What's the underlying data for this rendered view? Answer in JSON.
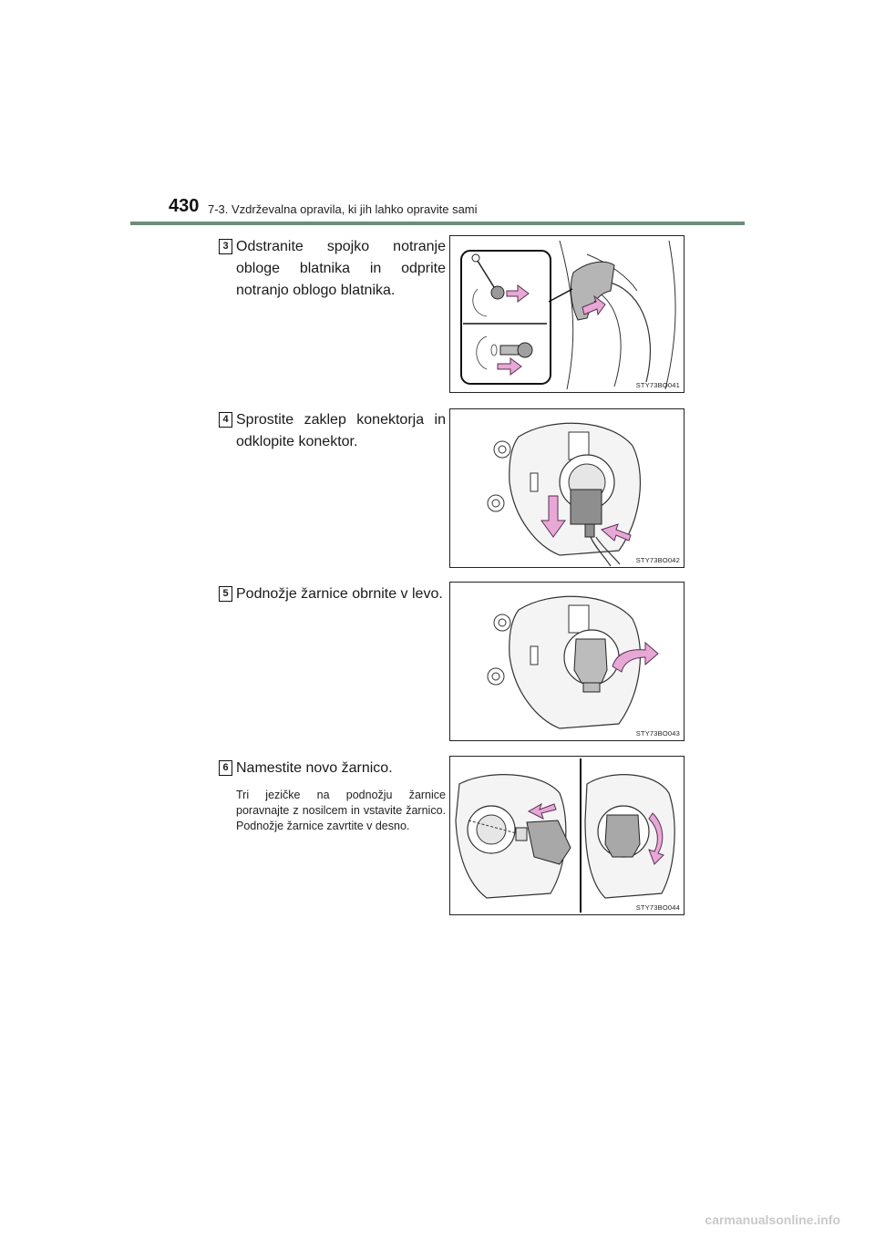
{
  "header": {
    "page_number": "430",
    "section_title": "7-3. Vzdrževalna opravila, ki jih lahko opravite sami"
  },
  "steps": [
    {
      "number": "3",
      "text": "Odstranite spojko notranje obloge blatnika in odprite notranjo oblogo blatnika.",
      "figure_code": "STY73BO041"
    },
    {
      "number": "4",
      "text": "Sprostite zaklep konektorja in odklopite konektor.",
      "figure_code": "STY73BO042"
    },
    {
      "number": "5",
      "text": "Podnožje žarnice obrnite v levo.",
      "figure_code": "STY73BO043"
    },
    {
      "number": "6",
      "text": "Namestite novo žarnico.",
      "note": "Tri jezičke na podnožju žarnice poravnajte z nosilcem in vstavite žarnico. Podnožje žarnice zavrtite v desno.",
      "figure_code": "STY73BO044"
    }
  ],
  "footer": {
    "watermark": "carmanualsonline.info"
  },
  "colors": {
    "header_rule": "#6b8e7a",
    "arrow_fill": "#e7a8d6",
    "arrow_stroke": "#5a2e52"
  }
}
